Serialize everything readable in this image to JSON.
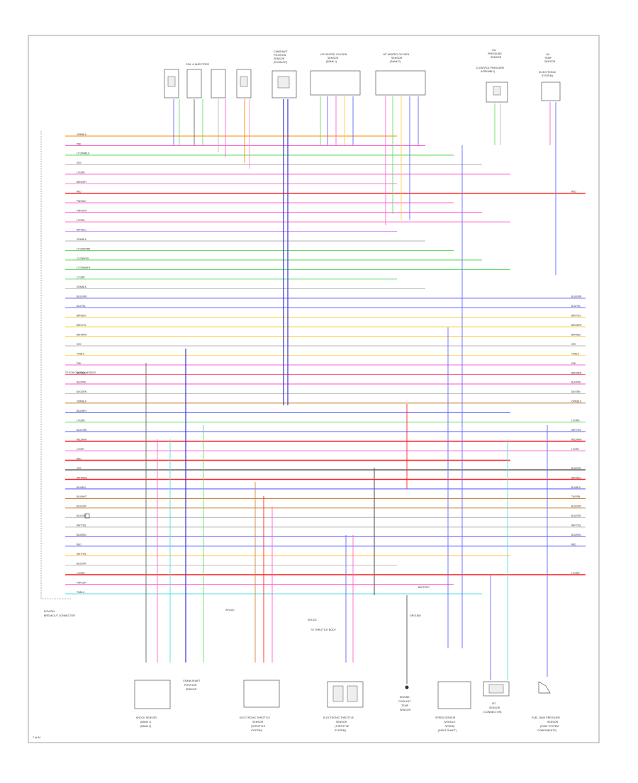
{
  "diagram": {
    "footer_code": "7 of 84",
    "bottom_left_note": [
      "ECM PIN",
      "BREAKOUT CONNECTOR"
    ],
    "ecm_reference": "TO ECM CONTROL MODULE",
    "top_components": [
      {
        "id": "coil-injectors",
        "label": [
          "COIL & INJECTORS"
        ]
      },
      {
        "id": "camshaft-position",
        "label": [
          "CAMSHAFT",
          "POSITION",
          "SENSOR",
          "(EXHAUST)"
        ]
      },
      {
        "id": "heated-o2-bank1",
        "label": [
          "H/T HEATED OXYGEN",
          "SENSOR",
          "(BANK 1)"
        ]
      },
      {
        "id": "heated-o2-bank2",
        "label": [
          "H/T HEATED OXYGEN",
          "SENSOR",
          "(BANK 2)"
        ]
      },
      {
        "id": "oil-pressure",
        "label": [
          "OIL",
          "PRESSURE",
          "SENSOR",
          "(CONTROL PRESSURE",
          "ASSEMBLY)"
        ]
      },
      {
        "id": "oil-temp",
        "label": [
          "OIL",
          "TEMP",
          "SENSOR",
          "(ELECTRONIC",
          "SYSTEM)"
        ]
      }
    ],
    "bottom_components": [
      {
        "id": "knock-sensor",
        "label": [
          "KNOCK SENSOR",
          "(BANK 1)",
          "(BANK 2)"
        ]
      },
      {
        "id": "crankshaft-sensor",
        "label": [
          "CRANKSHAFT",
          "POSITION",
          "SENSOR"
        ]
      },
      {
        "id": "electronic-throttle-1",
        "label": [
          "ELECTRONIC THROTTLE",
          "SENSOR",
          "(THROTTLE",
          "SYSTEM)"
        ]
      },
      {
        "id": "electronic-throttle-2",
        "label": [
          "ELECTRONIC THROTTLE",
          "SENSOR",
          "(THROTTLE",
          "SYSTEM)"
        ]
      },
      {
        "id": "ect-sensor",
        "label": [
          "ENGINE",
          "COOLANT",
          "TEMP",
          "SENSOR"
        ]
      },
      {
        "id": "speed-sensor",
        "label": [
          "SPEED SENSOR",
          "(VEHICLE",
          "SPEED)",
          "(INPUT SHAFT)"
        ]
      },
      {
        "id": "iat-sensor",
        "label": [
          "IAT",
          "SENSOR",
          "(CONNECTOR)"
        ]
      },
      {
        "id": "fuel-tank-pressure",
        "label": [
          "FUEL TANK PRESSURE",
          "SENSOR",
          "(EVAP SYSTEM",
          "COMPONENTS)"
        ]
      }
    ],
    "mid_notes": [
      {
        "id": "splice-left",
        "text": "SPLICE"
      },
      {
        "id": "splice-right",
        "text": "SPLICE"
      },
      {
        "id": "throttle-note",
        "text": "TO THROTTLE BODY"
      },
      {
        "id": "battery-note",
        "text": "BATTERY"
      },
      {
        "id": "ground-note",
        "text": "GROUND"
      }
    ],
    "wires": [
      {
        "color": "#ff8800",
        "left": "ORN/BLK",
        "right": ""
      },
      {
        "color": "#ff66cc",
        "left": "PNK",
        "right": ""
      },
      {
        "color": "#66dd66",
        "left": "LT GRN/BLK",
        "right": ""
      },
      {
        "color": "#bbbbbb",
        "left": "GRY",
        "right": ""
      },
      {
        "color": "#ff66cc",
        "left": "LT/GRN",
        "right": ""
      },
      {
        "color": "#ff88cc",
        "left": "BRN/GRY",
        "right": ""
      },
      {
        "color": "#ff2222",
        "left": "RED",
        "right": "RED"
      },
      {
        "color": "#ff66cc",
        "left": "PNK/BLK",
        "right": ""
      },
      {
        "color": "#ff66cc",
        "left": "PNK/WHT",
        "right": ""
      },
      {
        "color": "#ff66cc",
        "left": "LT/GRN",
        "right": ""
      },
      {
        "color": "#dd99ff",
        "left": "BRN/BLU",
        "right": ""
      },
      {
        "color": "#bbbbbb",
        "left": "GRN/BLK",
        "right": ""
      },
      {
        "color": "#66dd66",
        "left": "LT GRN/ORN",
        "right": ""
      },
      {
        "color": "#66dd66",
        "left": "LT GRN/YEL",
        "right": ""
      },
      {
        "color": "#66dd66",
        "left": "LT GRN/WHT",
        "right": ""
      },
      {
        "color": "#66dd66",
        "left": "LT GRN",
        "right": ""
      },
      {
        "color": "#bbbbbb",
        "left": "GRN/BLK",
        "right": ""
      },
      {
        "color": "#6666ff",
        "left": "BLU/GRN",
        "right": "BLU/GRN"
      },
      {
        "color": "#6666ff",
        "left": "BLU/YEL",
        "right": "BLU/YEL"
      },
      {
        "color": "#ffcc44",
        "left": "BRN/BLK",
        "right": "BRN/YEL"
      },
      {
        "color": "#ffcc44",
        "left": "BRN/YEL",
        "right": "BRN/WHT"
      },
      {
        "color": "#ffcc44",
        "left": "BRN/WHT",
        "right": "BRN/BLK"
      },
      {
        "color": "#bbbbbb",
        "left": "GRY",
        "right": "GRY"
      },
      {
        "color": "#ffdd77",
        "left": "TN/BLK",
        "right": "TN/BLK"
      },
      {
        "color": "#ff66cc",
        "left": "PNK",
        "right": "PNK"
      },
      {
        "color": "#ff6688",
        "left": "BLK/RED",
        "right": "BRN/RED"
      },
      {
        "color": "#ff66cc",
        "left": "BLK/PNK",
        "right": "BLK/PNK"
      },
      {
        "color": "#bbbbbb",
        "left": "BLK/GRN",
        "right": "DK/GRN"
      },
      {
        "color": "#cc8844",
        "left": "ORN/BLK",
        "right": "ORN/BLK"
      },
      {
        "color": "#6666ff",
        "left": "BLU/WHT",
        "right": ""
      },
      {
        "color": "#66dd66",
        "left": "LT/GRN",
        "right": "LT/GRN"
      },
      {
        "color": "#6666ff",
        "left": "BLU/ORN",
        "right": "WHT/YEL"
      },
      {
        "color": "#ff2222",
        "left": "RED/WHT",
        "right": "RED/WHT"
      },
      {
        "color": "#ff66cc",
        "left": "LT/GRY",
        "right": "LT/GRY"
      },
      {
        "color": "#ff2222",
        "left": "RED",
        "right": ""
      },
      {
        "color": "#666666",
        "left": "GRY",
        "right": "BLU/GRY"
      },
      {
        "color": "#ff2222",
        "left": "WHT/RED",
        "right": "BRN/BLU"
      },
      {
        "color": "#6666ff",
        "left": "BLU/BLK",
        "right": "BLU/BLK"
      },
      {
        "color": "#cc8844",
        "left": "BLU/WHT",
        "right": "TN/GRN"
      },
      {
        "color": "#cc8844",
        "left": "BLU/GRY",
        "right": "BLU/GRY"
      },
      {
        "color": "#bbbbbb",
        "left": "BLU/GRY",
        "right": "BLU/GRY"
      },
      {
        "color": "#bbbbbb",
        "left": "WHT/YEL",
        "right": "WHT/YEL"
      },
      {
        "color": "#6666ff",
        "left": "BLU/RED",
        "right": "BLU/RED"
      },
      {
        "color": "#6666ff",
        "left": "RED",
        "right": "RED"
      },
      {
        "color": "#ffcc44",
        "left": "WHT/YEL",
        "right": ""
      },
      {
        "color": "#bbbbbb",
        "left": "BLU/GRY",
        "right": ""
      },
      {
        "color": "#ff2222",
        "left": "LT/GRN",
        "right": "LT/GRN"
      },
      {
        "color": "#ff66cc",
        "left": "PNK/GRY",
        "right": ""
      },
      {
        "color": "#55dddd",
        "left": "TN/BLU",
        "right": ""
      }
    ]
  }
}
